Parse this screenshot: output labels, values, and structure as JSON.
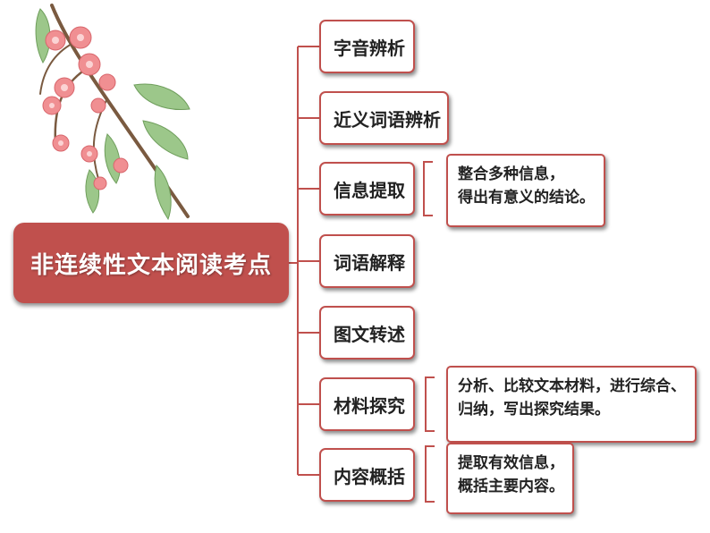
{
  "colors": {
    "accent": "#c0504d",
    "text": "#222222",
    "root_text": "#ffffff"
  },
  "root": {
    "label": "非连续性文本阅读考点"
  },
  "points": [
    {
      "label": "字音辨析"
    },
    {
      "label": "近义词语辨析"
    },
    {
      "label": "信息提取",
      "note": [
        "整合多种信息，",
        "得出有意义的结论。"
      ]
    },
    {
      "label": "词语解释"
    },
    {
      "label": "图文转述"
    },
    {
      "label": "材料探究",
      "note": [
        "分析、比较文本材料，进行综合、",
        "归纳，写出探究结果。"
      ]
    },
    {
      "label": "内容概括",
      "note": [
        "提取有效信息，",
        "概括主要内容。"
      ]
    }
  ],
  "decoration": {
    "icon": "flower-branch-icon"
  }
}
